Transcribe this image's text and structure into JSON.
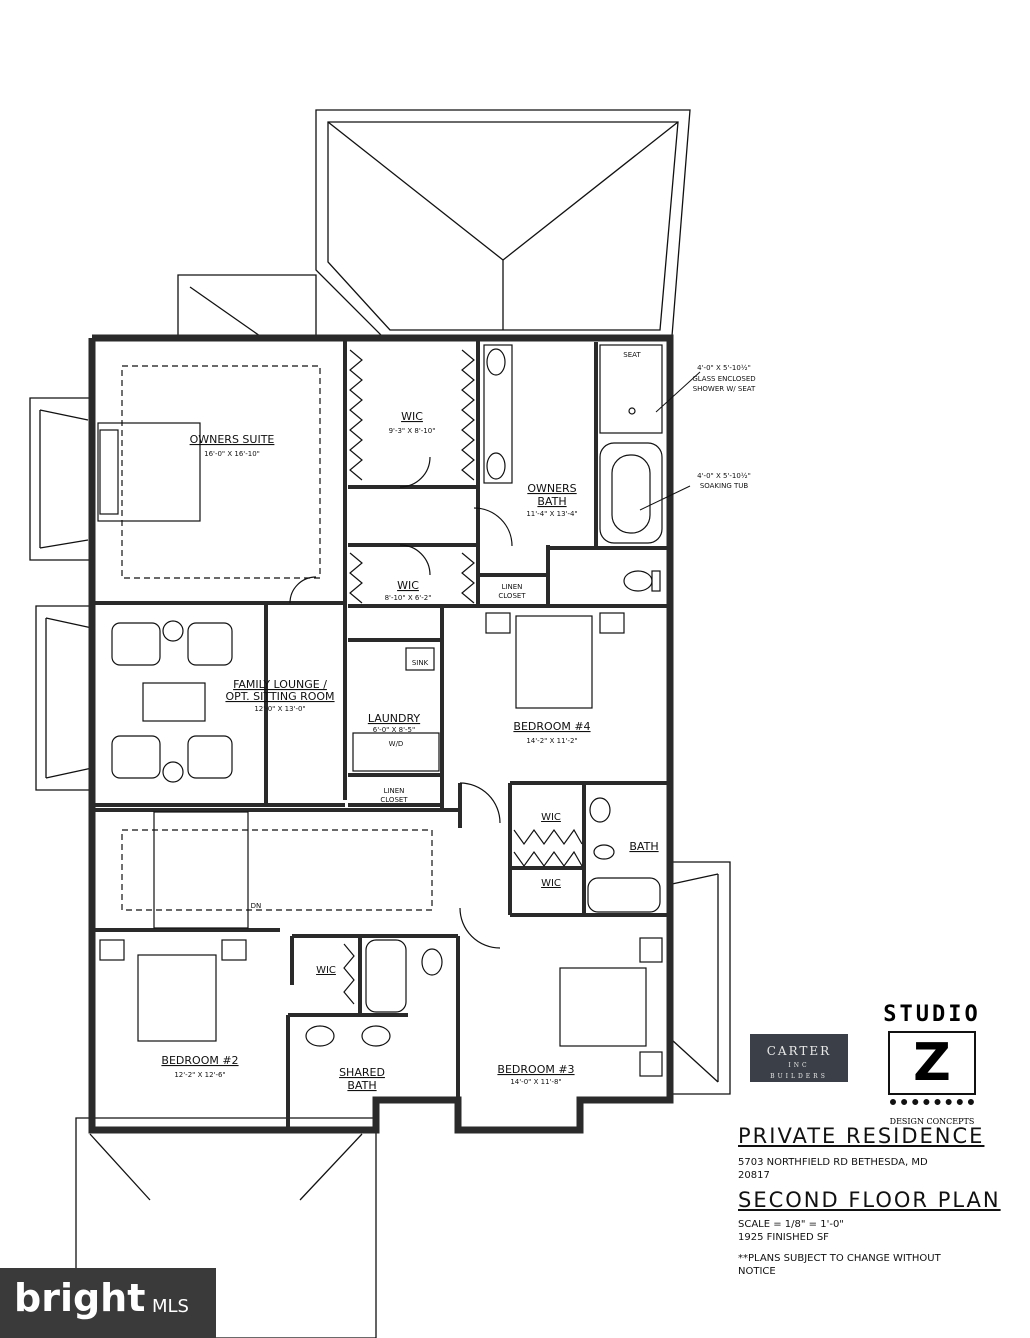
{
  "rooms": {
    "owners_suite": {
      "name": "OWNERS SUITE",
      "dims": "16'-0\" X 16'-10\""
    },
    "wic_1": {
      "name": "WIC",
      "dims": "9'-3\" X 8'-10\""
    },
    "owners_bath": {
      "name_line1": "OWNERS",
      "name_line2": "BATH",
      "dims": "11'-4\" X 13'-4\""
    },
    "seat": "SEAT",
    "wic_2": {
      "name": "WIC",
      "dims": "8'-10\" X 6'-2\""
    },
    "linen_closet_1": {
      "line1": "LINEN",
      "line2": "CLOSET"
    },
    "family_lounge": {
      "line1": "FAMILY LOUNGE /",
      "line2": "OPT. SITTING ROOM",
      "dims": "12'-0\" X 13'-0\""
    },
    "sink": "SINK",
    "laundry": {
      "name": "LAUNDRY",
      "dims": "6'-0\" X 8'-5\"",
      "wd": "W/D"
    },
    "bedroom_4": {
      "name": "BEDROOM #4",
      "dims": "14'-2\" X 11'-2\""
    },
    "linen_closet_2": {
      "line1": "LINEN",
      "line2": "CLOSET"
    },
    "wic_3": {
      "name": "WIC"
    },
    "wic_4": {
      "name": "WIC"
    },
    "bath": {
      "name": "BATH"
    },
    "dn": "DN",
    "wic_5": {
      "name": "WIC"
    },
    "bedroom_2": {
      "name": "BEDROOM #2",
      "dims": "12'-2\" X 12'-6\""
    },
    "shared_bath": {
      "line1": "SHARED",
      "line2": "BATH"
    },
    "bedroom_3": {
      "name": "BEDROOM #3",
      "dims": "14'-0\" X 11'-8\""
    }
  },
  "callouts": {
    "shower": {
      "line1": "4'-0\" X 5'-10½\"",
      "line2": "GLASS ENCLOSED",
      "line3": "SHOWER W/ SEAT"
    },
    "tub": {
      "line1": "4'-0\" X 5'-10½\"",
      "line2": "SOAKING TUB"
    }
  },
  "title_block": {
    "title": "PRIVATE RESIDENCE",
    "address_line1": "5703 NORTHFIELD RD BETHESDA, MD",
    "address_line2": "20817",
    "plan_title": "SECOND FLOOR PLAN",
    "scale": "SCALE = 1/8\" = 1'-0\"",
    "finished_sf": "1925 FINISHED SF",
    "note_line1": "**PLANS SUBJECT TO CHANGE WITHOUT",
    "note_line2": "NOTICE"
  },
  "logos": {
    "carter": {
      "name": "CARTER",
      "inc": "INC",
      "builders": "BUILDERS"
    },
    "studio_z": {
      "top": "STUDIO",
      "letter": "Z",
      "bottom": "DESIGN CONCEPTS"
    },
    "bright_mls": {
      "word": "bright",
      "suffix": "MLS"
    }
  },
  "colors": {
    "line": "#111111",
    "wall": "#2a2a2a",
    "logo_dark": "#3b4048",
    "watermark": "#3a3a3a"
  }
}
